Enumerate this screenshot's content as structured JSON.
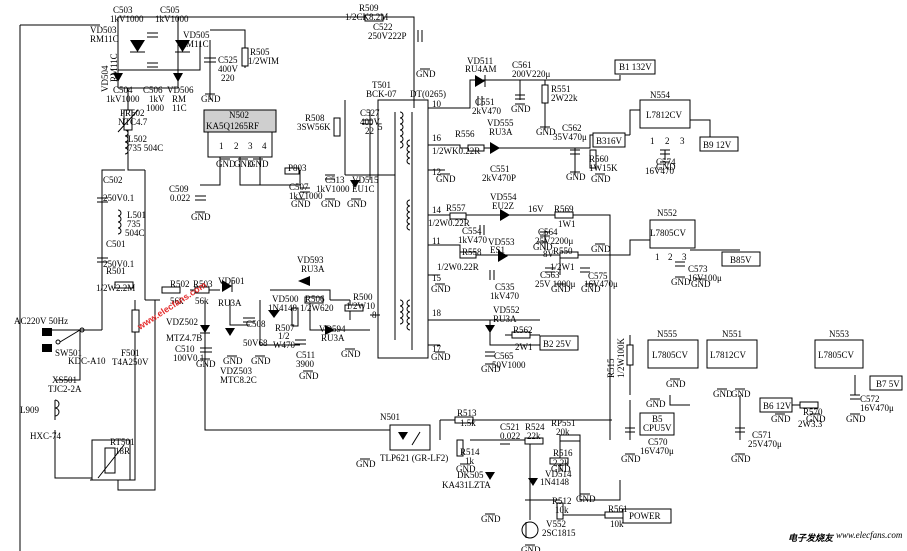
{
  "labels": [
    {
      "id": "c503",
      "t": "C503"
    },
    {
      "id": "c503v",
      "t": "1kV1000"
    },
    {
      "id": "c505",
      "t": "C505"
    },
    {
      "id": "c505v",
      "t": "1kV1000"
    },
    {
      "id": "vd503",
      "t": "VD503"
    },
    {
      "id": "vd503v",
      "t": "RM11C"
    },
    {
      "id": "vd505",
      "t": "VD505"
    },
    {
      "id": "vd505v",
      "t": "RM11C"
    },
    {
      "id": "vd504",
      "t": "VD504"
    },
    {
      "id": "vd504v",
      "t": "RM11C"
    },
    {
      "id": "c504",
      "t": "C504"
    },
    {
      "id": "c504v",
      "t": "1kV1000"
    },
    {
      "id": "c506",
      "t": "C506"
    },
    {
      "id": "c506v1",
      "t": "1kV"
    },
    {
      "id": "c506v2",
      "t": "1000"
    },
    {
      "id": "vd506",
      "t": "VD506"
    },
    {
      "id": "vd506v1",
      "t": "RM"
    },
    {
      "id": "vd506v2",
      "t": "11C"
    },
    {
      "id": "c525",
      "t": "C525"
    },
    {
      "id": "c525v1",
      "t": "400V"
    },
    {
      "id": "c525v2",
      "t": "220"
    },
    {
      "id": "r505",
      "t": "R505"
    },
    {
      "id": "r505v",
      "t": "1/2WIM"
    },
    {
      "id": "pr502",
      "t": "PR502"
    },
    {
      "id": "pr502v",
      "t": "NTC4.7"
    },
    {
      "id": "l502",
      "t": "L502"
    },
    {
      "id": "l502v",
      "t": "735 504C"
    },
    {
      "id": "n502",
      "t": "N502"
    },
    {
      "id": "n502v",
      "t": "KA5Q1265RF"
    },
    {
      "id": "c502",
      "t": "C502"
    },
    {
      "id": "c502v",
      "t": "250V0.1"
    },
    {
      "id": "l501",
      "t": "L501"
    },
    {
      "id": "l501v1",
      "t": "735"
    },
    {
      "id": "l501v2",
      "t": "504C"
    },
    {
      "id": "c501",
      "t": "C501"
    },
    {
      "id": "c501v",
      "t": "250V0.1"
    },
    {
      "id": "r501",
      "t": "R501"
    },
    {
      "id": "r501v",
      "t": "1/2W2.2M"
    },
    {
      "id": "r502",
      "t": "R502"
    },
    {
      "id": "r502v",
      "t": "56k"
    },
    {
      "id": "r503",
      "t": "R503"
    },
    {
      "id": "r503v",
      "t": "56k"
    },
    {
      "id": "ac",
      "t": "AC220V 50Hz"
    },
    {
      "id": "sw501",
      "t": "SW501"
    },
    {
      "id": "sw501v",
      "t": "KDC-A10"
    },
    {
      "id": "f501",
      "t": "F501"
    },
    {
      "id": "f501v",
      "t": "T4A250V"
    },
    {
      "id": "xs501",
      "t": "XS501"
    },
    {
      "id": "xs501v",
      "t": "TJC2-2A"
    },
    {
      "id": "l909",
      "t": "L909"
    },
    {
      "id": "hxc",
      "t": "HXC-74"
    },
    {
      "id": "rt501",
      "t": "RT501"
    },
    {
      "id": "rt501v",
      "t": "18R"
    },
    {
      "id": "vdz502",
      "t": "VDZ502"
    },
    {
      "id": "vdz502v",
      "t": "MTZ4.7B"
    },
    {
      "id": "c510",
      "t": "C510"
    },
    {
      "id": "c510v",
      "t": "100V0.1"
    },
    {
      "id": "vdz503",
      "t": "VDZ503"
    },
    {
      "id": "vdz503v",
      "t": "MTC8.2C"
    },
    {
      "id": "c508",
      "t": "C508"
    },
    {
      "id": "c508v",
      "t": "50V68"
    },
    {
      "id": "vd501",
      "t": "VD501"
    },
    {
      "id": "vd501v",
      "t": "RU3A"
    },
    {
      "id": "vd500",
      "t": "VD500"
    },
    {
      "id": "vd500v",
      "t": "1N4148"
    },
    {
      "id": "r507",
      "t": "R507"
    },
    {
      "id": "r507v1",
      "t": "1/2"
    },
    {
      "id": "r507v2",
      "t": "W470"
    },
    {
      "id": "r506",
      "t": "R506"
    },
    {
      "id": "r506v",
      "t": "1/2W620"
    },
    {
      "id": "c511",
      "t": "C511"
    },
    {
      "id": "c511v",
      "t": "3900"
    },
    {
      "id": "vd593",
      "t": "VD593"
    },
    {
      "id": "vd593v",
      "t": "RU3A"
    },
    {
      "id": "vd594",
      "t": "VD594"
    },
    {
      "id": "vd594v",
      "t": "RU3A"
    },
    {
      "id": "r500",
      "t": "R500"
    },
    {
      "id": "r500v",
      "t": "1/2W10"
    },
    {
      "id": "c509",
      "t": "C509"
    },
    {
      "id": "c509v",
      "t": "0.022"
    },
    {
      "id": "p803",
      "t": "P803"
    },
    {
      "id": "c507",
      "t": "C507"
    },
    {
      "id": "c507v",
      "t": "1kV1000"
    },
    {
      "id": "c513",
      "t": "C513"
    },
    {
      "id": "c513v",
      "t": "1kV1000"
    },
    {
      "id": "vd515",
      "t": "VD515"
    },
    {
      "id": "vd515v",
      "t": "EU1C"
    },
    {
      "id": "r508",
      "t": "R508"
    },
    {
      "id": "r508v",
      "t": "3SW56K"
    },
    {
      "id": "c527",
      "t": "C527"
    },
    {
      "id": "c527v1",
      "t": "400V"
    },
    {
      "id": "c527v2",
      "t": "22"
    },
    {
      "id": "r509",
      "t": "R509"
    },
    {
      "id": "r509v",
      "t": "1/2CK8.2M"
    },
    {
      "id": "c522",
      "t": "C522"
    },
    {
      "id": "c522v",
      "t": "250V222P"
    },
    {
      "id": "t501",
      "t": "T501"
    },
    {
      "id": "t501v",
      "t": "BCK-07"
    },
    {
      "id": "t501p",
      "t": "DT(0265)"
    },
    {
      "id": "vd511",
      "t": "VD511"
    },
    {
      "id": "vd511v",
      "t": "RU4AM"
    },
    {
      "id": "c561",
      "t": "C561"
    },
    {
      "id": "c561v",
      "t": "200V220μ"
    },
    {
      "id": "c551",
      "t": "C551"
    },
    {
      "id": "c551v",
      "t": "2kV470"
    },
    {
      "id": "r551",
      "t": "R551"
    },
    {
      "id": "r551v",
      "t": "2W22k"
    },
    {
      "id": "b1",
      "t": "B1 132V"
    },
    {
      "id": "vd555",
      "t": "VD555"
    },
    {
      "id": "vd555v",
      "t": "RU3A"
    },
    {
      "id": "r556",
      "t": "R556"
    },
    {
      "id": "r556v",
      "t": "1/2WK0.22R"
    },
    {
      "id": "c551b",
      "t": "C551"
    },
    {
      "id": "c551bv",
      "t": "2kV470P"
    },
    {
      "id": "c562",
      "t": "C562"
    },
    {
      "id": "c562v",
      "t": "35V470μ"
    },
    {
      "id": "b3",
      "t": "B316V"
    },
    {
      "id": "r560",
      "t": "R560"
    },
    {
      "id": "r560v",
      "t": "1W15K"
    },
    {
      "id": "n554",
      "t": "N554"
    },
    {
      "id": "n554v",
      "t": "L7812CV"
    },
    {
      "id": "b9",
      "t": "B9 12V"
    },
    {
      "id": "c574",
      "t": "C574"
    },
    {
      "id": "c574v",
      "t": "16V470"
    },
    {
      "id": "vd554",
      "t": "VD554"
    },
    {
      "id": "vd554v",
      "t": "EU2Z"
    },
    {
      "id": "r557",
      "t": "R557"
    },
    {
      "id": "r557v",
      "t": "1/2W0.22R"
    },
    {
      "id": "v16",
      "t": "16V"
    },
    {
      "id": "r569",
      "t": "R569"
    },
    {
      "id": "r569v",
      "t": "1W1"
    },
    {
      "id": "c554",
      "t": "C554"
    },
    {
      "id": "c554v",
      "t": "1kV470"
    },
    {
      "id": "vd553",
      "t": "VD553"
    },
    {
      "id": "vd553v",
      "t": "ES1"
    },
    {
      "id": "c564",
      "t": "C564"
    },
    {
      "id": "c564v",
      "t": "25V2200μ"
    },
    {
      "id": "r558",
      "t": "R558"
    },
    {
      "id": "r558v",
      "t": "1/2W0.22R"
    },
    {
      "id": "v8",
      "t": "8V"
    },
    {
      "id": "r550",
      "t": "R550"
    },
    {
      "id": "r550v",
      "t": "1/2W1"
    },
    {
      "id": "c563",
      "t": "C563"
    },
    {
      "id": "c563v",
      "t": "25V 1000μ"
    },
    {
      "id": "c575",
      "t": "C575"
    },
    {
      "id": "c575v",
      "t": "16V470μ"
    },
    {
      "id": "c535",
      "t": "C535"
    },
    {
      "id": "c535v",
      "t": "1kV470"
    },
    {
      "id": "n552",
      "t": "N552"
    },
    {
      "id": "n552v",
      "t": "L7805CV"
    },
    {
      "id": "b8",
      "t": "B85V"
    },
    {
      "id": "c573",
      "t": "C573"
    },
    {
      "id": "c573v",
      "t": "16V100μ"
    },
    {
      "id": "vd552",
      "t": "VD552"
    },
    {
      "id": "vd552v",
      "t": "RU3A"
    },
    {
      "id": "r562",
      "t": "R562"
    },
    {
      "id": "r562v",
      "t": "2W1"
    },
    {
      "id": "b2",
      "t": "B2 25V"
    },
    {
      "id": "c565",
      "t": "C565"
    },
    {
      "id": "c565v",
      "t": "50V1000"
    },
    {
      "id": "r515",
      "t": "R515"
    },
    {
      "id": "r515v",
      "t": "1/2W100K"
    },
    {
      "id": "n555",
      "t": "N555"
    },
    {
      "id": "n555v",
      "t": "L7805CV"
    },
    {
      "id": "n551",
      "t": "N551"
    },
    {
      "id": "n551v",
      "t": "L7812CV"
    },
    {
      "id": "n553",
      "t": "N553"
    },
    {
      "id": "n553v",
      "t": "L7805CV"
    },
    {
      "id": "b7",
      "t": "B7 5V"
    },
    {
      "id": "c572",
      "t": "C572"
    },
    {
      "id": "c572v",
      "t": "16V470μ"
    },
    {
      "id": "b6",
      "t": "B6 12V"
    },
    {
      "id": "r570",
      "t": "R570"
    },
    {
      "id": "r570v",
      "t": "2W3.3"
    },
    {
      "id": "b5",
      "t": "B5"
    },
    {
      "id": "b5v",
      "t": "CPU5V"
    },
    {
      "id": "c570",
      "t": "C570"
    },
    {
      "id": "c570v",
      "t": "16V470μ"
    },
    {
      "id": "c571",
      "t": "C571"
    },
    {
      "id": "c571v",
      "t": "25V470μ"
    },
    {
      "id": "n501",
      "t": "N501"
    },
    {
      "id": "n501v",
      "t": "TLP621 (GR-LF2)"
    },
    {
      "id": "r513",
      "t": "R513"
    },
    {
      "id": "r513v",
      "t": "1.5k"
    },
    {
      "id": "r514",
      "t": "R514"
    },
    {
      "id": "r514v",
      "t": "1k"
    },
    {
      "id": "c521",
      "t": "C521"
    },
    {
      "id": "c521v",
      "t": "0.022"
    },
    {
      "id": "r524",
      "t": "R524"
    },
    {
      "id": "r524v",
      "t": "22k"
    },
    {
      "id": "rp551",
      "t": "RP551"
    },
    {
      "id": "rp551v",
      "t": "20k"
    },
    {
      "id": "r516",
      "t": "R516"
    },
    {
      "id": "r516v",
      "t": "2.2k"
    },
    {
      "id": "dk505",
      "t": "DK505"
    },
    {
      "id": "dk505v",
      "t": "KA431LZTA"
    },
    {
      "id": "vd514",
      "t": "VD514"
    },
    {
      "id": "vd514v",
      "t": "1N4148"
    },
    {
      "id": "r512",
      "t": "R512"
    },
    {
      "id": "r512v",
      "t": "10k"
    },
    {
      "id": "v552",
      "t": "V552"
    },
    {
      "id": "v552v",
      "t": "2SC1815"
    },
    {
      "id": "r561",
      "t": "R561"
    },
    {
      "id": "r561v",
      "t": "10k"
    },
    {
      "id": "power",
      "t": "POWER"
    },
    {
      "id": "p1",
      "t": "1"
    },
    {
      "id": "p2",
      "t": "2"
    },
    {
      "id": "p3",
      "t": "3"
    },
    {
      "id": "p4",
      "t": "4"
    },
    {
      "id": "p5",
      "t": "5"
    },
    {
      "id": "p8",
      "t": "8"
    },
    {
      "id": "p10",
      "t": "10"
    },
    {
      "id": "p11",
      "t": "11"
    },
    {
      "id": "p12",
      "t": "12"
    },
    {
      "id": "p14",
      "t": "14"
    },
    {
      "id": "p15",
      "t": "15"
    },
    {
      "id": "p16",
      "t": "16"
    },
    {
      "id": "p17",
      "t": "17"
    },
    {
      "id": "p18",
      "t": "18"
    },
    {
      "id": "rg1",
      "t": "1"
    },
    {
      "id": "rg2",
      "t": "2"
    },
    {
      "id": "rg3",
      "t": "3"
    },
    {
      "id": "rh1",
      "t": "1"
    },
    {
      "id": "rh2",
      "t": "2"
    },
    {
      "id": "rh3",
      "t": "3"
    }
  ],
  "ground_label": "GND",
  "grounds": [
    {
      "id": "g1"
    },
    {
      "id": "g2"
    },
    {
      "id": "g3"
    },
    {
      "id": "g4"
    },
    {
      "id": "g5"
    },
    {
      "id": "g6"
    },
    {
      "id": "g7"
    },
    {
      "id": "g8"
    },
    {
      "id": "g9"
    },
    {
      "id": "g10"
    },
    {
      "id": "g11"
    },
    {
      "id": "g12"
    },
    {
      "id": "g13"
    },
    {
      "id": "g14"
    },
    {
      "id": "g15"
    },
    {
      "id": "g16"
    },
    {
      "id": "g17"
    },
    {
      "id": "g18"
    },
    {
      "id": "g19"
    },
    {
      "id": "g20"
    },
    {
      "id": "g21"
    },
    {
      "id": "g22"
    },
    {
      "id": "g23"
    },
    {
      "id": "g24"
    },
    {
      "id": "g25"
    },
    {
      "id": "g26"
    },
    {
      "id": "g27"
    },
    {
      "id": "g28"
    },
    {
      "id": "g29"
    },
    {
      "id": "g30"
    },
    {
      "id": "g31"
    },
    {
      "id": "g32"
    },
    {
      "id": "g33"
    },
    {
      "id": "g34"
    },
    {
      "id": "g35"
    },
    {
      "id": "g36"
    },
    {
      "id": "g37"
    },
    {
      "id": "g38"
    },
    {
      "id": "g39"
    },
    {
      "id": "g40"
    },
    {
      "id": "g41"
    },
    {
      "id": "g42"
    },
    {
      "id": "g43"
    },
    {
      "id": "g44"
    }
  ],
  "watermark": "www.elecfans.com",
  "corner_logo": "电子发烧友",
  "corner_domain": "www.elecfans.com",
  "colors": {
    "ink": "#000000",
    "watermark": "#e21b1b",
    "ic_fill": "#cfcfcf"
  }
}
